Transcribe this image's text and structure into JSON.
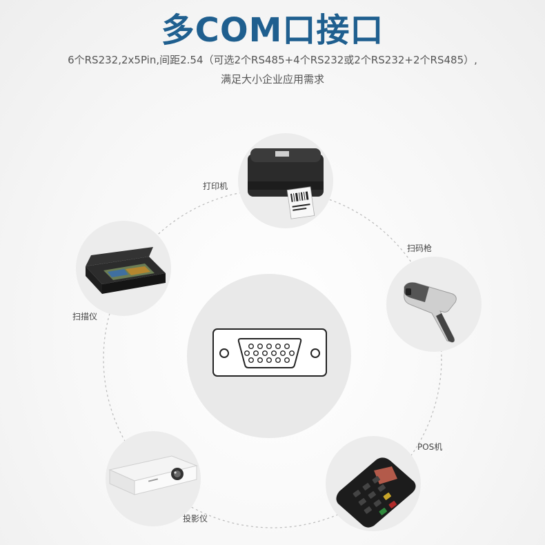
{
  "title": "多COM口接口",
  "subtitle_line1": "6个RS232,2x5Pin,间距2.54（可选2个RS485+4个RS232或2个RS232+2个RS485）,",
  "subtitle_line2": "满足大小企业应用需求",
  "devices": {
    "printer": {
      "label": "打印机",
      "icon": "label-printer-icon"
    },
    "scanner_gun": {
      "label": "扫码枪",
      "icon": "barcode-scanner-icon"
    },
    "scanner": {
      "label": "扫描仪",
      "icon": "flatbed-scanner-icon"
    },
    "pos": {
      "label": "POS机",
      "icon": "pos-terminal-icon"
    },
    "projector": {
      "label": "投影仪",
      "icon": "projector-icon"
    }
  },
  "center": {
    "icon": "db-serial-port-icon"
  },
  "colors": {
    "title": "#1f5f8f",
    "circle_bg": "#ececec",
    "orbit": "#bdbdbd"
  }
}
